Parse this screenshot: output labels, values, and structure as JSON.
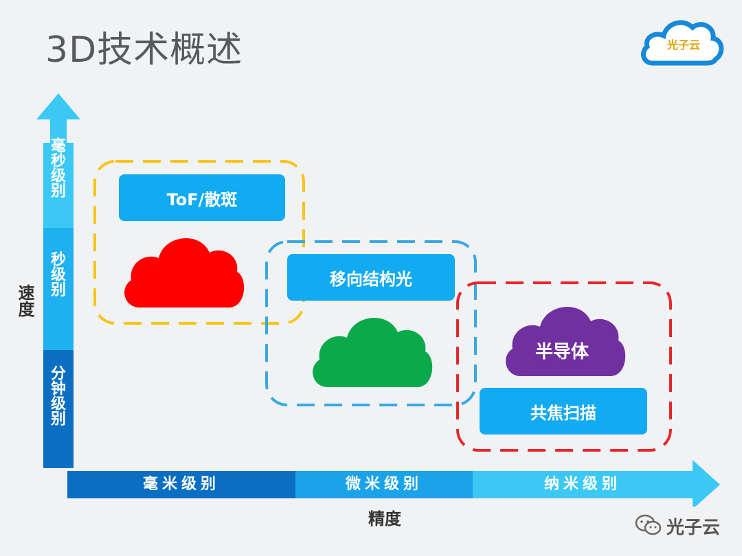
{
  "title": "3D技术概述",
  "logo": {
    "text": "光子云"
  },
  "watermark": {
    "text": "光子云"
  },
  "y_axis": {
    "label": "速度",
    "levels": [
      "毫秒级别",
      "秒级别",
      "分钟级别"
    ]
  },
  "x_axis": {
    "label": "精度",
    "levels": [
      "毫米级别",
      "微米级别",
      "纳米级别"
    ]
  },
  "groups": [
    {
      "box_label": "ToF/散斑",
      "cloud_label": "",
      "color": "#ff0000",
      "frame_color": "#f5c518"
    },
    {
      "box_label": "移向结构光",
      "cloud_label": "",
      "color": "#0aa94a",
      "frame_color": "#38a9e1"
    },
    {
      "box_label": "共焦扫描",
      "cloud_label": "半导体",
      "color": "#7030a0",
      "frame_color": "#e8262c"
    }
  ],
  "colors": {
    "axis_dark": "#0a6fc2",
    "axis_mid": "#1aa3e8",
    "axis_light": "#3cc8f5",
    "box": "#12aaf0"
  }
}
